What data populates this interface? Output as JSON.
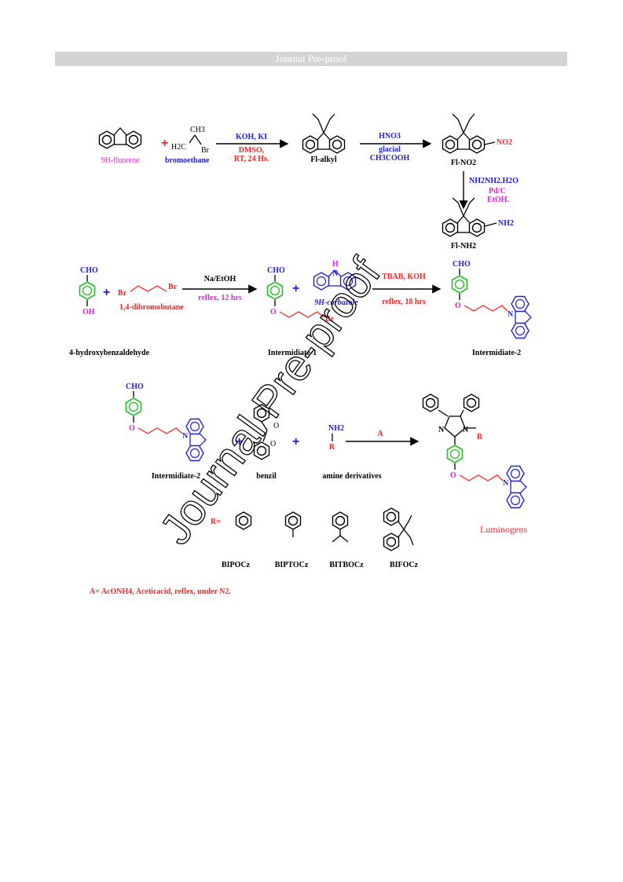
{
  "banner": "Journal Pre-proof",
  "watermark": "Journal Pre-proof",
  "step1": {
    "fluorene": "9H-fluorene",
    "plus": "+",
    "ch3": "CH3",
    "h2c": "H2C",
    "br": "Br",
    "bromoethane": "bromoethane",
    "reagent_top": "KOH, KI",
    "reagent_bottom1": "DMSO,",
    "reagent_bottom2": "RT, 24 Hs.",
    "product": "Fl-alkyl",
    "nitration_top": "HNO3",
    "nitration_mid": "glacial",
    "nitration_bot": "CH3COOH",
    "no2": "NO2",
    "no2_product": "Fl-NO2",
    "reduction_top": "NH2NH2.H2O",
    "reduction_mid": "Pd/C",
    "reduction_bot": "EtOH.",
    "nh2": "NH2",
    "nh2_product": "Fl-NH2"
  },
  "step2": {
    "cho": "CHO",
    "oh": "OH",
    "plus": "+",
    "br_left": "Br",
    "br_right": "Br",
    "dibromobutane": "1,4-dibromobutane",
    "reagent_top": "Na/EtOH",
    "reagent_bottom": "reflex, 12 hrs",
    "hydroxy_label": "4-hydroxybenzaldehyde",
    "int1_cho": "CHO",
    "int1_o": "O",
    "int1_br": "Br",
    "int1_label": "Intermidiate-1",
    "plus2": "+",
    "carb_h": "H",
    "carb_n": "N",
    "carbazole": "9H-carbazole",
    "reagent2_top": "TBAB, KOH",
    "reagent2_bottom": "reflex, 18 hrs",
    "int2_cho": "CHO",
    "int2_o": "O",
    "int2_n": "N",
    "int2_label": "Intermidiate-2"
  },
  "step3": {
    "cho": "CHO",
    "o": "O",
    "n": "N",
    "int2_label": "Intermidiate-2",
    "plus1": "+",
    "benzil_o1": "O",
    "benzil_o2": "O",
    "benzil": "benzil",
    "plus2": "+",
    "nh2": "NH2",
    "r": "R",
    "amine": "amine derivatives",
    "arrow_label": "A",
    "imid_n1": "N",
    "imid_n2": "N",
    "imid_r": "R",
    "prod_o": "O",
    "prod_n": "N",
    "luminogens": "Luminogens"
  },
  "substituents": {
    "r_eq": "R=",
    "labels": [
      "BIPOCz",
      "BIPTOCz",
      "BITBOCz",
      "BIFOCz"
    ]
  },
  "footnote": "A= AcONH4, Aceticacid, reflex, under N2."
}
